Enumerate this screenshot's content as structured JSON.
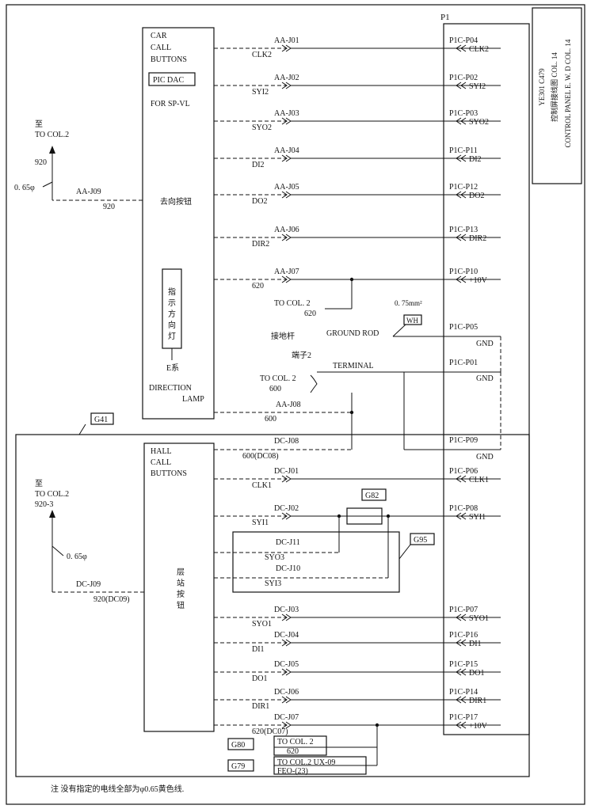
{
  "title_block": {
    "line1": "YE301 C479",
    "line2": "控制屏接线图 COL. 14",
    "line3": "CONTROL PANEL E. W. D COL. 14"
  },
  "panel_label": "P1",
  "car_block": {
    "title": [
      "CAR",
      "CALL",
      "BUTTONS"
    ],
    "pic_dac": "PIC DAC",
    "for_sp": "FOR SP-VL",
    "cn_label": "去向按钮",
    "lamp_label_chars": [
      "指",
      "示",
      "方",
      "向",
      "灯"
    ],
    "e_series": "E系",
    "lamp_en": [
      "DIRECTION",
      "LAMP"
    ]
  },
  "hall_block": {
    "title": [
      "HALL",
      "CALL",
      "BUTTONS"
    ],
    "cn_label_chars": [
      "层",
      "站",
      "按",
      "钮"
    ]
  },
  "car_rows": [
    {
      "id": "AA-J01",
      "sig": "CLK2",
      "pin": "P1C-P04",
      "term": "CLK2"
    },
    {
      "id": "AA-J02",
      "sig": "SYI2",
      "pin": "P1C-P02",
      "term": "SYI2"
    },
    {
      "id": "AA-J03",
      "sig": "SYO2",
      "pin": "P1C-P03",
      "term": "SYO2"
    },
    {
      "id": "AA-J04",
      "sig": "DI2",
      "pin": "P1C-P11",
      "term": "DI2"
    },
    {
      "id": "AA-J05",
      "sig": "DO2",
      "pin": "P1C-P12",
      "term": "DO2"
    },
    {
      "id": "AA-J06",
      "sig": "DIR2",
      "pin": "P1C-P13",
      "term": "DIR2"
    },
    {
      "id": "AA-J07",
      "sig": "620",
      "pin": "P1C-P10",
      "term": "+10V"
    }
  ],
  "hall_rows": [
    {
      "id": "DC-J01",
      "sig": "CLK1",
      "pin": "P1C-P06",
      "term": "CLK1"
    },
    {
      "id": "DC-J02",
      "sig": "SYI1",
      "pin": "P1C-P08",
      "term": "SYI1"
    },
    {
      "id": "DC-J03",
      "sig": "SYO1",
      "pin": "P1C-P07",
      "term": "SYO1"
    },
    {
      "id": "DC-J04",
      "sig": "DI1",
      "pin": "P1C-P16",
      "term": "DI1"
    },
    {
      "id": "DC-J05",
      "sig": "DO1",
      "pin": "P1C-P15",
      "term": "DO1"
    },
    {
      "id": "DC-J06",
      "sig": "DIR1",
      "pin": "P1C-P14",
      "term": "DIR1"
    },
    {
      "id": "DC-J07",
      "sig": "620(DC07)",
      "pin": "P1C-P17",
      "term": "+10V"
    }
  ],
  "j11": {
    "id": "DC-J11",
    "sig": "SYO3"
  },
  "j10": {
    "id": "DC-J10",
    "sig": "SYI3"
  },
  "j08": {
    "id": "DC-J08",
    "sig": "600(DC08)"
  },
  "aa_j08": {
    "id": "AA-J08",
    "sig": "600"
  },
  "aa_j09": {
    "id": "AA-J09",
    "sig": "920",
    "up": "920",
    "gauge": "0. 65φ",
    "to1": "至",
    "to2": "TO COL.2"
  },
  "dc_j09": {
    "id": "DC-J09",
    "sig": "920(DC09)",
    "gauge": "0. 65φ",
    "to1": "至",
    "to2": "TO COL.2",
    "to3": "920-3"
  },
  "to_col2_620": {
    "a": "TO COL. 2",
    "b": "620"
  },
  "to_col2_600": {
    "a": "TO COL. 2",
    "b": "600"
  },
  "ground": {
    "gauge": "0. 75mm²",
    "wh": "WH",
    "cn": "接地杆",
    "en": "GROUND ROD",
    "pin": "P1C-P05",
    "term": "GND"
  },
  "terminal": {
    "cn": "端子2",
    "en": "TERMINAL",
    "pin": "P1C-P01",
    "term": "GND"
  },
  "p09": {
    "pin": "P1C-P09",
    "term": "GND"
  },
  "groups": {
    "g41": "G41",
    "g82": "G82",
    "g95": "G95",
    "g80": "G80",
    "g79": "G79"
  },
  "bottom": {
    "g80_a": "TO COL. 2",
    "g80_b": "620",
    "g79_a": "TO COL.2 UX-09",
    "g79_b": "FEO-(23)"
  },
  "note": "注 没有指定的电线全部为φ0.65黄色线."
}
